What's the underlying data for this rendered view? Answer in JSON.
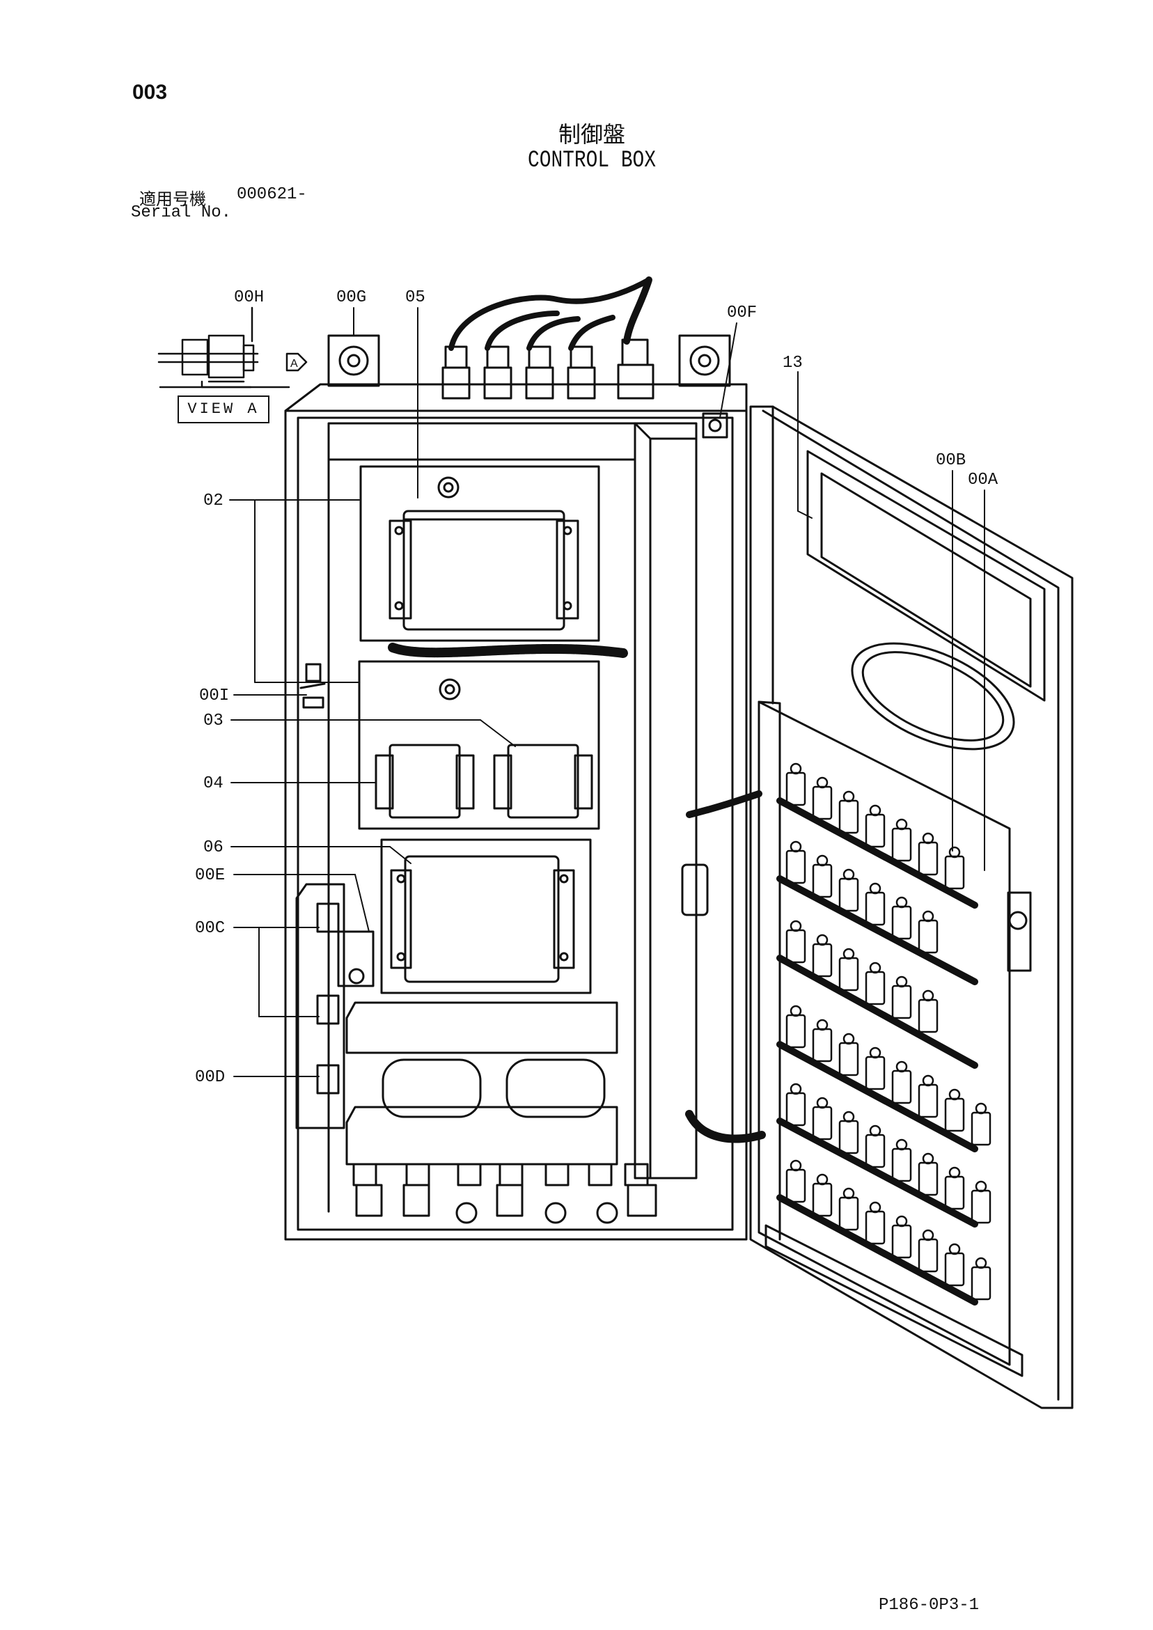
{
  "page": {
    "number": "003",
    "doc_code": "P186-0P3-1"
  },
  "title": {
    "jp": "制御盤",
    "en": "CONTROL BOX"
  },
  "serial": {
    "label_jp": "適用号機",
    "label_en": "Serial No.",
    "value": "000621-"
  },
  "view_a": {
    "label": "VIEW A",
    "arrow_letter": "A"
  },
  "labels": {
    "00H": "00H",
    "00G": "00G",
    "05": "05",
    "00F": "00F",
    "13": "13",
    "00B": "00B",
    "00A": "00A",
    "02": "02",
    "00I": "00I",
    "03": "03",
    "04": "04",
    "06": "06",
    "00E": "00E",
    "00C": "00C",
    "00D": "00D"
  }
}
